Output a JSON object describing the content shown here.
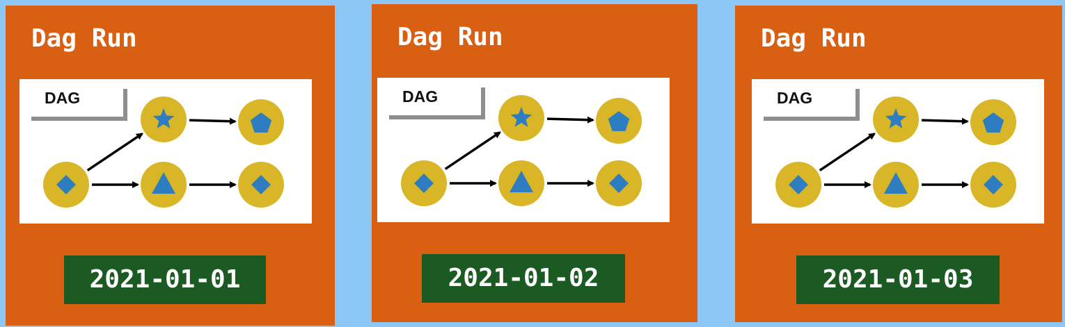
{
  "colors": {
    "background": "#8cc7f8",
    "card": "#d95f12",
    "node": "#d9b627",
    "node_shape": "#2d7dc0",
    "date_box": "#1b5a23"
  },
  "cards": [
    {
      "title": "Dag Run",
      "dag_label": "DAG",
      "date": "2021-01-01"
    },
    {
      "title": "Dag Run",
      "dag_label": "DAG",
      "date": "2021-01-02"
    },
    {
      "title": "Dag Run",
      "dag_label": "DAG",
      "date": "2021-01-03"
    }
  ],
  "nodes": [
    {
      "id": "start",
      "icon": "diamond-icon"
    },
    {
      "id": "upper-mid",
      "icon": "star-icon"
    },
    {
      "id": "upper-end",
      "icon": "pentagon-icon"
    },
    {
      "id": "lower-mid",
      "icon": "triangle-icon"
    },
    {
      "id": "lower-end",
      "icon": "diamond-icon"
    }
  ],
  "edges": [
    {
      "from": "start",
      "to": "upper-mid"
    },
    {
      "from": "start",
      "to": "lower-mid"
    },
    {
      "from": "upper-mid",
      "to": "upper-end"
    },
    {
      "from": "lower-mid",
      "to": "lower-end"
    }
  ]
}
